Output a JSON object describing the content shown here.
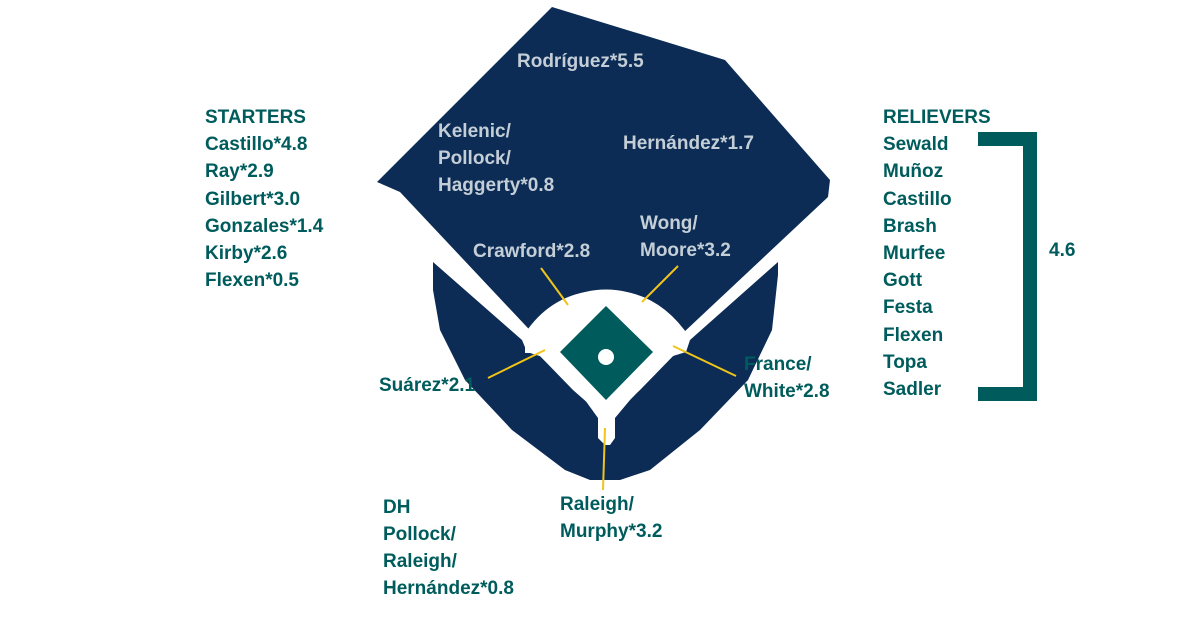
{
  "colors": {
    "navy": "#0c2c56",
    "teal": "#005c5c",
    "gold": "#f0c419",
    "infield_dirt": "#ffffff",
    "outfield_label": "#c4ced6"
  },
  "outfield": {
    "lf": [
      "Kelenic/",
      "Pollock/",
      "Haggerty*0.8"
    ],
    "cf": "Rodríguez*5.5",
    "rf": "Hernández*1.7"
  },
  "infield": {
    "ss": "Crawford*2.8",
    "second_base": [
      "Wong/",
      "Moore*3.2"
    ],
    "third_base": "Suárez*2.1",
    "first_base": [
      "France/",
      "White*2.8"
    ],
    "catcher": [
      "Raleigh/",
      "Murphy*3.2"
    ]
  },
  "dh": {
    "heading": "DH",
    "players": [
      "Pollock/",
      "Raleigh/",
      "Hernández*0.8"
    ]
  },
  "starters": {
    "heading": "STARTERS",
    "players": [
      "Castillo*4.8",
      "Ray*2.9",
      "Gilbert*3.0",
      "Gonzales*1.4",
      "Kirby*2.6",
      "Flexen*0.5"
    ]
  },
  "relievers": {
    "heading": "RELIEVERS",
    "players": [
      "Sewald",
      "Muñoz",
      "Castillo",
      "Brash",
      "Murfee",
      "Gott",
      "Festa",
      "Flexen",
      "Topa",
      "Sadler"
    ],
    "total": "4.6"
  }
}
